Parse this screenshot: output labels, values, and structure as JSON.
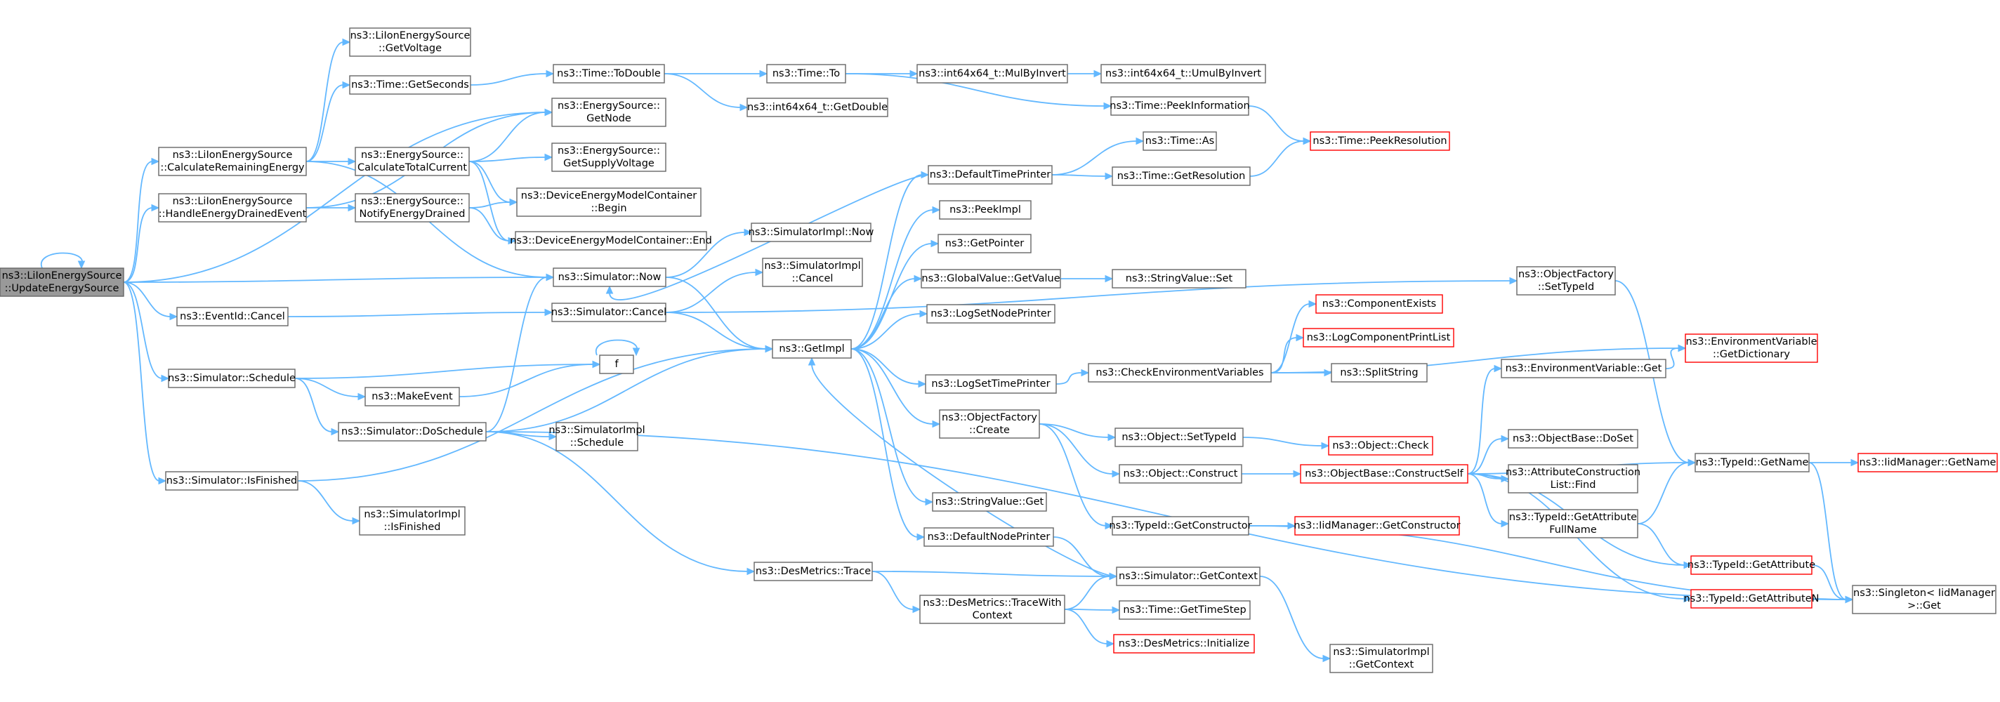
{
  "diagram": {
    "title": "Call graph of ns3::LiIonEnergySource::UpdateEnergySource",
    "nodes": [
      {
        "id": "n_update",
        "lines": [
          "ns3::LiIonEnergySource",
          "::UpdateEnergySource"
        ],
        "root": true
      },
      {
        "id": "n_calcrem",
        "lines": [
          "ns3::LiIonEnergySource",
          "::CalculateRemainingEnergy"
        ]
      },
      {
        "id": "n_handle",
        "lines": [
          "ns3::LiIonEnergySource",
          "::HandleEnergyDrainedEvent"
        ]
      },
      {
        "id": "n_evcancel",
        "lines": [
          "ns3::EventId::Cancel"
        ]
      },
      {
        "id": "n_schedule",
        "lines": [
          "ns3::Simulator::Schedule"
        ]
      },
      {
        "id": "n_isfinished",
        "lines": [
          "ns3::Simulator::IsFinished"
        ]
      },
      {
        "id": "n_getvoltage",
        "lines": [
          "ns3::LiIonEnergySource",
          "::GetVoltage"
        ]
      },
      {
        "id": "n_getseconds",
        "lines": [
          "ns3::Time::GetSeconds"
        ]
      },
      {
        "id": "n_calctotal",
        "lines": [
          "ns3::EnergySource::",
          "CalculateTotalCurrent"
        ]
      },
      {
        "id": "n_notify",
        "lines": [
          "ns3::EnergySource::",
          "NotifyEnergyDrained"
        ]
      },
      {
        "id": "n_simnow",
        "lines": [
          "ns3::Simulator::Now"
        ]
      },
      {
        "id": "n_simcancel",
        "lines": [
          "ns3::Simulator::Cancel"
        ]
      },
      {
        "id": "n_f",
        "lines": [
          "f"
        ]
      },
      {
        "id": "n_makeevent",
        "lines": [
          "ns3::MakeEvent"
        ]
      },
      {
        "id": "n_doschedule",
        "lines": [
          "ns3::Simulator::DoSchedule"
        ]
      },
      {
        "id": "n_implisfinished",
        "lines": [
          "ns3::SimulatorImpl",
          "::IsFinished"
        ]
      },
      {
        "id": "n_todouble",
        "lines": [
          "ns3::Time::ToDouble"
        ]
      },
      {
        "id": "n_getnode",
        "lines": [
          "ns3::EnergySource::",
          "GetNode"
        ]
      },
      {
        "id": "n_getsupply",
        "lines": [
          "ns3::EnergySource::",
          "GetSupplyVoltage"
        ]
      },
      {
        "id": "n_dembegin",
        "lines": [
          "ns3::DeviceEnergyModelContainer",
          "::Begin"
        ]
      },
      {
        "id": "n_demend",
        "lines": [
          "ns3::DeviceEnergyModelContainer::End"
        ]
      },
      {
        "id": "n_implnow",
        "lines": [
          "ns3::SimulatorImpl::Now"
        ]
      },
      {
        "id": "n_implcancel",
        "lines": [
          "ns3::SimulatorImpl",
          "::Cancel"
        ]
      },
      {
        "id": "n_getimpl",
        "lines": [
          "ns3::GetImpl"
        ]
      },
      {
        "id": "n_implschedule",
        "lines": [
          "ns3::SimulatorImpl",
          "::Schedule"
        ]
      },
      {
        "id": "n_destrace",
        "lines": [
          "ns3::DesMetrics::Trace"
        ]
      },
      {
        "id": "n_timeto",
        "lines": [
          "ns3::Time::To"
        ]
      },
      {
        "id": "n_int64getdouble",
        "lines": [
          "ns3::int64x64_t::GetDouble"
        ]
      },
      {
        "id": "n_defaulttimeprinter",
        "lines": [
          "ns3::DefaultTimePrinter"
        ]
      },
      {
        "id": "n_peekimpl",
        "lines": [
          "ns3::PeekImpl"
        ]
      },
      {
        "id": "n_getpointer",
        "lines": [
          "ns3::GetPointer"
        ]
      },
      {
        "id": "n_gvgetvalue",
        "lines": [
          "ns3::GlobalValue::GetValue"
        ]
      },
      {
        "id": "n_logsetnode",
        "lines": [
          "ns3::LogSetNodePrinter"
        ]
      },
      {
        "id": "n_logsettime",
        "lines": [
          "ns3::LogSetTimePrinter"
        ]
      },
      {
        "id": "n_ofcreate",
        "lines": [
          "ns3::ObjectFactory",
          "::Create"
        ]
      },
      {
        "id": "n_svget",
        "lines": [
          "ns3::StringValue::Get"
        ]
      },
      {
        "id": "n_defaultnodeprinter",
        "lines": [
          "ns3::DefaultNodePrinter"
        ]
      },
      {
        "id": "n_tracewith",
        "lines": [
          "ns3::DesMetrics::TraceWith",
          "Context"
        ]
      },
      {
        "id": "n_mulbyinvert",
        "lines": [
          "ns3::int64x64_t::MulByInvert"
        ]
      },
      {
        "id": "n_umulbyinvert",
        "lines": [
          "ns3::int64x64_t::UmulByInvert"
        ]
      },
      {
        "id": "n_peekinfo",
        "lines": [
          "ns3::Time::PeekInformation"
        ]
      },
      {
        "id": "n_timeas",
        "lines": [
          "ns3::Time::As"
        ]
      },
      {
        "id": "n_getresolution",
        "lines": [
          "ns3::Time::GetResolution"
        ]
      },
      {
        "id": "n_peekresolution",
        "lines": [
          "ns3::Time::PeekResolution"
        ],
        "red": true
      },
      {
        "id": "n_svset",
        "lines": [
          "ns3::StringValue::Set"
        ]
      },
      {
        "id": "n_compexists",
        "lines": [
          "ns3::ComponentExists"
        ],
        "red": true
      },
      {
        "id": "n_logcomplist",
        "lines": [
          "ns3::LogComponentPrintList"
        ],
        "red": true
      },
      {
        "id": "n_checkenv",
        "lines": [
          "ns3::CheckEnvironmentVariables"
        ]
      },
      {
        "id": "n_splitstring",
        "lines": [
          "ns3::SplitString"
        ]
      },
      {
        "id": "n_objsettypeid",
        "lines": [
          "ns3::Object::SetTypeId"
        ]
      },
      {
        "id": "n_objcheck",
        "lines": [
          "ns3::Object::Check"
        ],
        "red": true
      },
      {
        "id": "n_objconstruct",
        "lines": [
          "ns3::Object::Construct"
        ]
      },
      {
        "id": "n_constructself",
        "lines": [
          "ns3::ObjectBase::ConstructSelf"
        ],
        "red": true
      },
      {
        "id": "n_typeidgetconstructor",
        "lines": [
          "ns3::TypeId::GetConstructor"
        ]
      },
      {
        "id": "n_iidgetconstructor",
        "lines": [
          "ns3::IidManager::GetConstructor"
        ],
        "red": true
      },
      {
        "id": "n_simgetcontext",
        "lines": [
          "ns3::Simulator::GetContext"
        ]
      },
      {
        "id": "n_gettimestep",
        "lines": [
          "ns3::Time::GetTimeStep"
        ]
      },
      {
        "id": "n_desinit",
        "lines": [
          "ns3::DesMetrics::Initialize"
        ],
        "red": true
      },
      {
        "id": "n_implgetcontext",
        "lines": [
          "ns3::SimulatorImpl",
          "::GetContext"
        ]
      },
      {
        "id": "n_ofsettypeid",
        "lines": [
          "ns3::ObjectFactory",
          "::SetTypeId"
        ]
      },
      {
        "id": "n_envget",
        "lines": [
          "ns3::EnvironmentVariable::Get"
        ]
      },
      {
        "id": "n_envgetdict",
        "lines": [
          "ns3::EnvironmentVariable",
          "::GetDictionary"
        ],
        "red": true
      },
      {
        "id": "n_obdoset",
        "lines": [
          "ns3::ObjectBase::DoSet"
        ]
      },
      {
        "id": "n_attrfind",
        "lines": [
          "ns3::AttributeConstruction",
          "List::Find"
        ]
      },
      {
        "id": "n_getattrfullname",
        "lines": [
          "ns3::TypeId::GetAttribute",
          "FullName"
        ]
      },
      {
        "id": "n_getattribute",
        "lines": [
          "ns3::TypeId::GetAttribute"
        ],
        "red": true
      },
      {
        "id": "n_getattributen",
        "lines": [
          "ns3::TypeId::GetAttributeN"
        ],
        "red": true
      },
      {
        "id": "n_typeidgetname",
        "lines": [
          "ns3::TypeId::GetName"
        ]
      },
      {
        "id": "n_iidgetname",
        "lines": [
          "ns3::IidManager::GetName"
        ],
        "red": true
      },
      {
        "id": "n_singletonget",
        "lines": [
          "ns3::Singleton< IidManager",
          " >::Get"
        ]
      }
    ]
  }
}
